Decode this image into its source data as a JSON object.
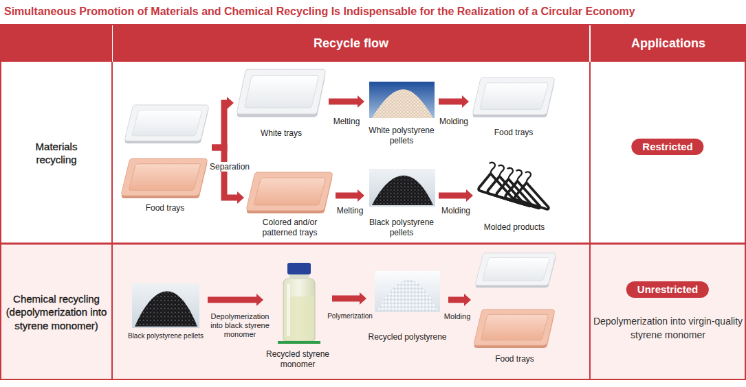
{
  "diagram": {
    "title": "Simultaneous Promotion of Materials and Chemical Recycling Is Indispensable for the Realization of a Circular Economy",
    "nodes": [
      {
        "text": [
          "Recycle flow"
        ]
      },
      {
        "text": [
          "Applications"
        ]
      },
      {
        "text": [
          "Materials recycling"
        ]
      },
      {
        "text": [
          "Food trays"
        ]
      },
      {
        "text": [
          "White trays"
        ]
      },
      {
        "text": [
          "Colored and/or patterned trays"
        ]
      },
      {
        "text": [
          "White polystyrene pellets"
        ]
      },
      {
        "text": [
          "Black polystyrene pellets"
        ]
      },
      {
        "text": [
          "Food trays"
        ]
      },
      {
        "text": [
          "Molded products"
        ]
      },
      {
        "text": [
          "Restricted"
        ]
      },
      {
        "text": [
          "Chemical recycling (depolymerization into styrene monomer)"
        ]
      },
      {
        "text": [
          "Black polystyrene pellets"
        ]
      },
      {
        "text": [
          "Recycled styrene monomer"
        ]
      },
      {
        "text": [
          "Recycled polystyrene"
        ]
      },
      {
        "text": [
          "Food trays"
        ]
      },
      {
        "text": [
          "Unrestricted"
        ]
      }
    ],
    "edges": [
      {
        "from": 3,
        "to": 4,
        "label": "Separation",
        "arrow": "to"
      },
      {
        "from": 3,
        "to": 5,
        "arrow": "to"
      },
      {
        "from": 4,
        "to": 6,
        "label": "Melting",
        "arrow": "to"
      },
      {
        "from": 6,
        "to": 8,
        "label": "Molding",
        "arrow": "to"
      },
      {
        "from": 5,
        "to": 7,
        "label": "Melting",
        "arrow": "to"
      },
      {
        "from": 7,
        "to": 9,
        "label": "Molding",
        "arrow": "to"
      },
      {
        "from": 12,
        "to": 13,
        "label": "Depolymerization into black styrene monomer",
        "arrow": "to"
      },
      {
        "from": 13,
        "to": 14,
        "label": "Polymerization",
        "arrow": "to"
      },
      {
        "from": 14,
        "to": 15,
        "label": "Molding",
        "arrow": "to"
      }
    ],
    "labels": [
      "Depolymerization into virgin-quality styrene monomer"
    ]
  }
}
